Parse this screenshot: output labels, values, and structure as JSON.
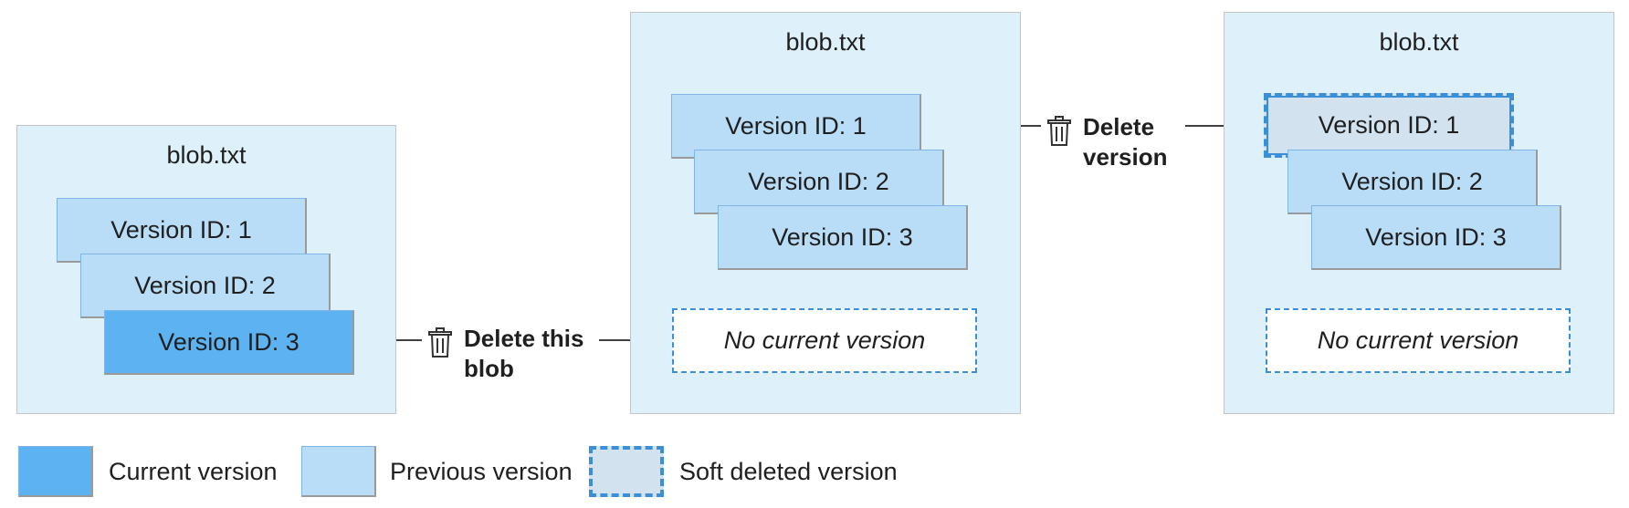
{
  "panels": [
    {
      "title": "blob.txt",
      "versions": [
        "Version ID: 1",
        "Version ID: 2",
        "Version ID: 3"
      ]
    },
    {
      "title": "blob.txt",
      "versions": [
        "Version ID: 1",
        "Version ID: 2",
        "Version ID: 3"
      ],
      "no_current": "No current version"
    },
    {
      "title": "blob.txt",
      "versions": [
        "Version ID: 1",
        "Version ID: 2",
        "Version ID: 3"
      ],
      "no_current": "No current version"
    }
  ],
  "actions": {
    "delete_blob": "Delete this blob",
    "delete_version": "Delete version"
  },
  "legend": {
    "current": "Current version",
    "previous": "Previous version",
    "soft_deleted": "Soft deleted version"
  },
  "colors": {
    "current": "#5db3f2",
    "previous": "#b9dcf7",
    "soft_deleted": "#d2e3ef",
    "panel": "#def0fa",
    "dashed_border": "#3b8fd6"
  },
  "icons": {
    "delete": "trash-icon"
  }
}
